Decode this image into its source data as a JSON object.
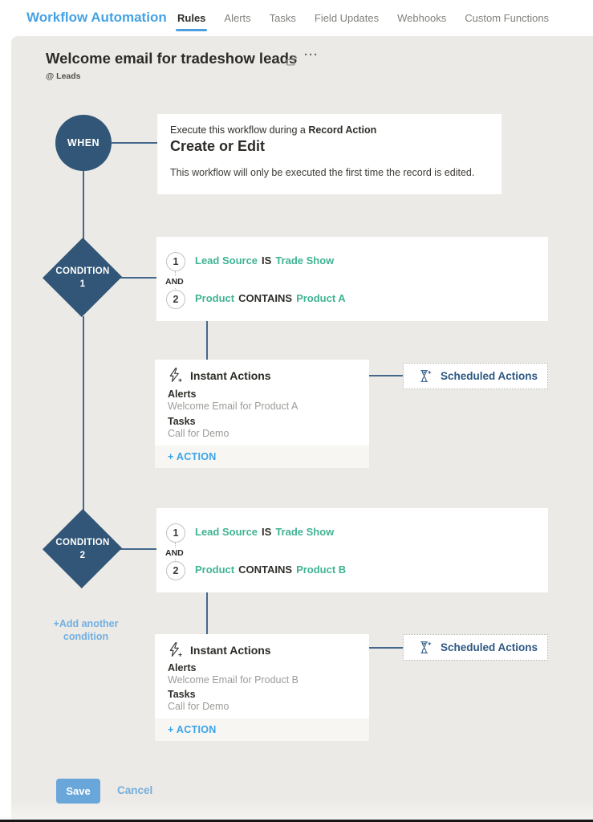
{
  "header": {
    "brand": "Workflow Automation",
    "tabs": [
      {
        "label": "Rules",
        "active": true
      },
      {
        "label": "Alerts",
        "active": false
      },
      {
        "label": "Tasks",
        "active": false
      },
      {
        "label": "Field Updates",
        "active": false
      },
      {
        "label": "Webhooks",
        "active": false
      },
      {
        "label": "Custom Functions",
        "active": false
      }
    ]
  },
  "page": {
    "title": "Welcome email for tradeshow leads",
    "module": "@ Leads",
    "more_glyph": "···"
  },
  "when": {
    "node_label": "WHEN",
    "intro_text": "Execute this workflow during a",
    "intro_bold": "Record Action",
    "trigger": "Create or Edit",
    "note": "This workflow will only be executed the first time the record is edited."
  },
  "conditions": [
    {
      "node_line1": "CONDITION",
      "node_line2": "1",
      "conjunction": "AND",
      "criteria": [
        {
          "num": "1",
          "field": "Lead Source",
          "operator": "IS",
          "value": "Trade Show"
        },
        {
          "num": "2",
          "field": "Product",
          "operator": "CONTAINS",
          "value": "Product A"
        }
      ],
      "instant_actions": {
        "title": "Instant Actions",
        "groups": [
          {
            "label": "Alerts",
            "value": "Welcome Email for Product A"
          },
          {
            "label": "Tasks",
            "value": "Call for Demo"
          }
        ],
        "add_label": "+ ACTION"
      },
      "scheduled_label": "Scheduled Actions"
    },
    {
      "node_line1": "CONDITION",
      "node_line2": "2",
      "conjunction": "AND",
      "criteria": [
        {
          "num": "1",
          "field": "Lead Source",
          "operator": "IS",
          "value": "Trade Show"
        },
        {
          "num": "2",
          "field": "Product",
          "operator": "CONTAINS",
          "value": "Product B"
        }
      ],
      "instant_actions": {
        "title": "Instant Actions",
        "groups": [
          {
            "label": "Alerts",
            "value": "Welcome Email for Product B"
          },
          {
            "label": "Tasks",
            "value": "Call for Demo"
          }
        ],
        "add_label": "+ ACTION"
      },
      "scheduled_label": "Scheduled Actions"
    }
  ],
  "add_condition": {
    "line1": "+Add another",
    "line2": "condition"
  },
  "footer": {
    "save_label": "Save",
    "cancel_label": "Cancel"
  },
  "colors": {
    "brand_blue": "#46A2E4",
    "node_navy": "#315677",
    "connector_blue": "#43688C",
    "criteria_green": "#3FB393",
    "action_link_blue": "#39A3E8",
    "light_link_blue": "#72AFE2",
    "scheduled_navy": "#2D5881",
    "muted_text_gray": "#9D9C98",
    "canvas_beige": "#ECEAE6"
  }
}
